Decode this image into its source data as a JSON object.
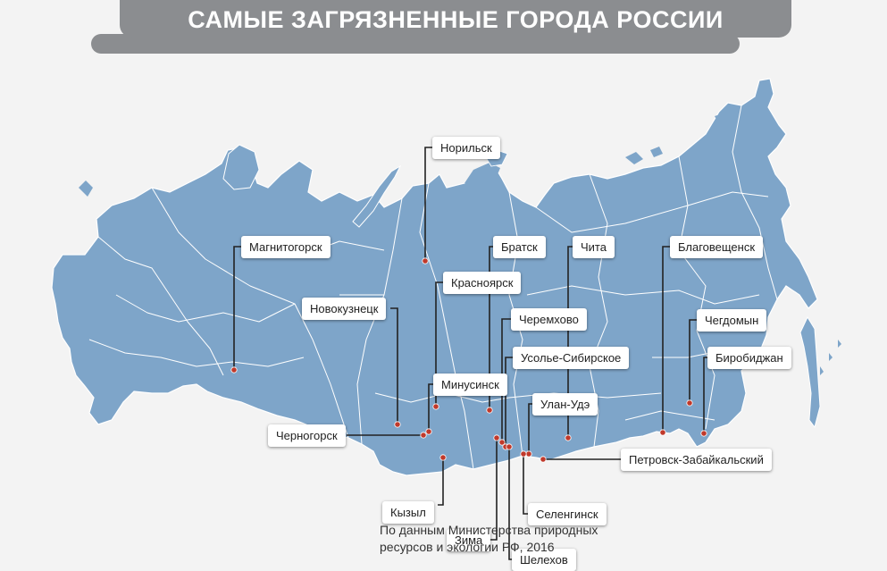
{
  "title": "САМЫЕ ЗАГРЯЗНЕННЫЕ ГОРОДА РОССИИ",
  "source_note": "По данным Министерства природных ресурсов и экологии РФ, 2016",
  "colors": {
    "land": "#7ea5c9",
    "border": "#ffffff",
    "connector": "#222222",
    "marker": "#c0392b",
    "banner": "#8b8d90",
    "background": "#f3f3f3"
  },
  "cities": {
    "norilsk": "Норильск",
    "magnitogorsk": "Магнитогорск",
    "bratsk": "Братск",
    "chita": "Чита",
    "blagoveshchensk": "Благовещенск",
    "krasnoyarsk": "Красноярск",
    "novokuznetsk": "Новокузнецк",
    "cheremkhovo": "Черемхово",
    "chegdomyn": "Чегдомын",
    "usolye": "Усолье-Сибирское",
    "birobidzhan": "Биробиджан",
    "minusinsk": "Минусинск",
    "ulan_ude": "Улан-Удэ",
    "chernogorsk": "Черногорск",
    "petrovsk": "Петровск-Забайкальский",
    "kyzyl": "Кызыл",
    "selenginsk": "Селенгинск",
    "zima": "Зима",
    "shelekhov": "Шелехов"
  }
}
